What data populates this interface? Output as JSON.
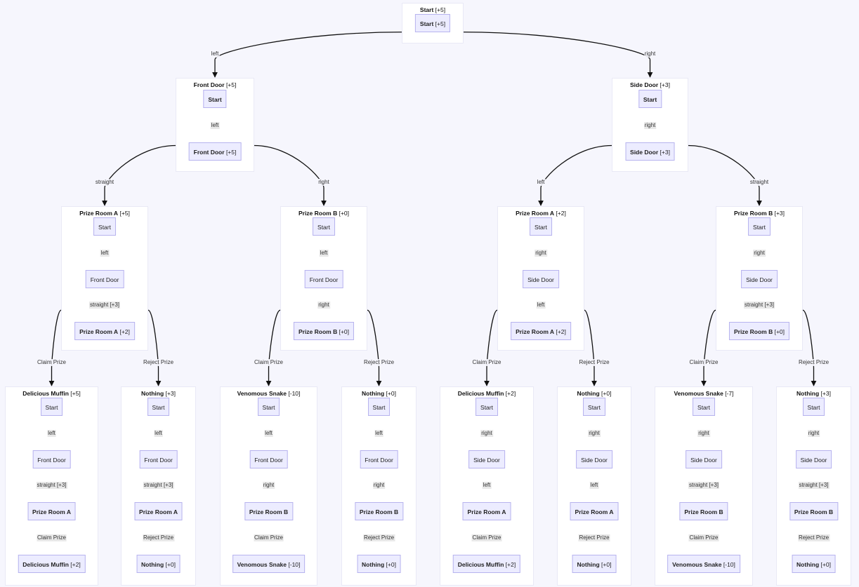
{
  "clusters": [
    {
      "id": "c0",
      "title": "Start",
      "score": "[+5]",
      "nodes": [
        {
          "name": "Start",
          "score": "[+5]",
          "bold": true
        }
      ],
      "edges": []
    },
    {
      "id": "c1",
      "title": "Front Door",
      "score": "[+5]",
      "nodes": [
        {
          "name": "Start",
          "score": "",
          "bold": true
        },
        {
          "name": "Front Door",
          "score": "[+5]",
          "bold": true
        }
      ],
      "edges": [
        "left"
      ]
    },
    {
      "id": "c2",
      "title": "Side Door",
      "score": "[+3]",
      "nodes": [
        {
          "name": "Start",
          "score": "",
          "bold": true
        },
        {
          "name": "Side Door",
          "score": "[+3]",
          "bold": true
        }
      ],
      "edges": [
        "right"
      ]
    },
    {
      "id": "c3",
      "title": "Prize Room A",
      "score": "[+5]",
      "nodes": [
        {
          "name": "Start",
          "score": ""
        },
        {
          "name": "Front Door",
          "score": ""
        },
        {
          "name": "Prize Room A",
          "score": "[+2]",
          "bold": true
        }
      ],
      "edges": [
        "left",
        "straight [+3]"
      ]
    },
    {
      "id": "c4",
      "title": "Prize Room B",
      "score": "[+0]",
      "nodes": [
        {
          "name": "Start",
          "score": ""
        },
        {
          "name": "Front Door",
          "score": ""
        },
        {
          "name": "Prize Room B",
          "score": "[+0]",
          "bold": true
        }
      ],
      "edges": [
        "left",
        "right"
      ]
    },
    {
      "id": "c5",
      "title": "Prize Room A",
      "score": "[+2]",
      "nodes": [
        {
          "name": "Start",
          "score": ""
        },
        {
          "name": "Side Door",
          "score": ""
        },
        {
          "name": "Prize Room A",
          "score": "[+2]",
          "bold": true
        }
      ],
      "edges": [
        "right",
        "left"
      ]
    },
    {
      "id": "c6",
      "title": "Prize Room B",
      "score": "[+3]",
      "nodes": [
        {
          "name": "Start",
          "score": ""
        },
        {
          "name": "Side Door",
          "score": ""
        },
        {
          "name": "Prize Room B",
          "score": "[+0]",
          "bold": true
        }
      ],
      "edges": [
        "right",
        "straight [+3]"
      ]
    },
    {
      "id": "c7",
      "title": "Delicious Muffin",
      "score": "[+5]",
      "nodes": [
        {
          "name": "Start",
          "score": ""
        },
        {
          "name": "Front Door",
          "score": ""
        },
        {
          "name": "Prize Room A",
          "score": "",
          "bold": true
        },
        {
          "name": "Delicious Muffin",
          "score": "[+2]",
          "bold": true
        }
      ],
      "edges": [
        "left",
        "straight [+3]",
        "Claim Prize"
      ]
    },
    {
      "id": "c8",
      "title": "Nothing",
      "score": "[+3]",
      "nodes": [
        {
          "name": "Start",
          "score": ""
        },
        {
          "name": "Front Door",
          "score": ""
        },
        {
          "name": "Prize Room A",
          "score": "",
          "bold": true
        },
        {
          "name": "Nothing",
          "score": "[+0]",
          "bold": true
        }
      ],
      "edges": [
        "left",
        "straight [+3]",
        "Reject Prize"
      ]
    },
    {
      "id": "c9",
      "title": "Venomous Snake",
      "score": "[-10]",
      "nodes": [
        {
          "name": "Start",
          "score": ""
        },
        {
          "name": "Front Door",
          "score": ""
        },
        {
          "name": "Prize Room B",
          "score": "",
          "bold": true
        },
        {
          "name": "Venomous Snake",
          "score": "[-10]",
          "bold": true
        }
      ],
      "edges": [
        "left",
        "right",
        "Claim Prize"
      ]
    },
    {
      "id": "c10",
      "title": "Nothing",
      "score": "[+0]",
      "nodes": [
        {
          "name": "Start",
          "score": ""
        },
        {
          "name": "Front Door",
          "score": ""
        },
        {
          "name": "Prize Room B",
          "score": "",
          "bold": true
        },
        {
          "name": "Nothing",
          "score": "[+0]",
          "bold": true
        }
      ],
      "edges": [
        "left",
        "right",
        "Reject Prize"
      ]
    },
    {
      "id": "c11",
      "title": "Delicious Muffin",
      "score": "[+2]",
      "nodes": [
        {
          "name": "Start",
          "score": ""
        },
        {
          "name": "Side Door",
          "score": ""
        },
        {
          "name": "Prize Room A",
          "score": "",
          "bold": true
        },
        {
          "name": "Delicious Muffin",
          "score": "[+2]",
          "bold": true
        }
      ],
      "edges": [
        "right",
        "left",
        "Claim Prize"
      ]
    },
    {
      "id": "c12",
      "title": "Nothing",
      "score": "[+0]",
      "nodes": [
        {
          "name": "Start",
          "score": ""
        },
        {
          "name": "Side Door",
          "score": ""
        },
        {
          "name": "Prize Room A",
          "score": "",
          "bold": true
        },
        {
          "name": "Nothing",
          "score": "[+0]",
          "bold": true
        }
      ],
      "edges": [
        "right",
        "left",
        "Reject Prize"
      ]
    },
    {
      "id": "c13",
      "title": "Venomous Snake",
      "score": "[-7]",
      "nodes": [
        {
          "name": "Start",
          "score": ""
        },
        {
          "name": "Side Door",
          "score": ""
        },
        {
          "name": "Prize Room B",
          "score": "",
          "bold": true
        },
        {
          "name": "Venomous Snake",
          "score": "[-10]",
          "bold": true
        }
      ],
      "edges": [
        "right",
        "straight [+3]",
        "Claim Prize"
      ]
    },
    {
      "id": "c14",
      "title": "Nothing",
      "score": "[+3]",
      "nodes": [
        {
          "name": "Start",
          "score": ""
        },
        {
          "name": "Side Door",
          "score": ""
        },
        {
          "name": "Prize Room B",
          "score": "",
          "bold": true
        },
        {
          "name": "Nothing",
          "score": "[+0]",
          "bold": true
        }
      ],
      "edges": [
        "right",
        "straight [+3]",
        "Reject Prize"
      ]
    }
  ],
  "tree_edges": [
    {
      "from": "c0",
      "to": "c1",
      "label": "left"
    },
    {
      "from": "c0",
      "to": "c2",
      "label": "right"
    },
    {
      "from": "c1",
      "to": "c3",
      "label": "straight"
    },
    {
      "from": "c1",
      "to": "c4",
      "label": "right"
    },
    {
      "from": "c2",
      "to": "c5",
      "label": "left"
    },
    {
      "from": "c2",
      "to": "c6",
      "label": "straight"
    },
    {
      "from": "c3",
      "to": "c7",
      "label": "Claim Prize"
    },
    {
      "from": "c3",
      "to": "c8",
      "label": "Reject Prize"
    },
    {
      "from": "c4",
      "to": "c9",
      "label": "Claim Prize"
    },
    {
      "from": "c4",
      "to": "c10",
      "label": "Reject Prize"
    },
    {
      "from": "c5",
      "to": "c11",
      "label": "Claim Prize"
    },
    {
      "from": "c5",
      "to": "c12",
      "label": "Reject Prize"
    },
    {
      "from": "c6",
      "to": "c13",
      "label": "Claim Prize"
    },
    {
      "from": "c6",
      "to": "c14",
      "label": "Reject Prize"
    }
  ],
  "colors": {
    "background": "#f6f6fd",
    "cluster": "#ffffff",
    "node_fill": "#ececff",
    "node_border": "#b7b3ee",
    "edge": "#111111",
    "label_bg": "#e8e8e8"
  }
}
